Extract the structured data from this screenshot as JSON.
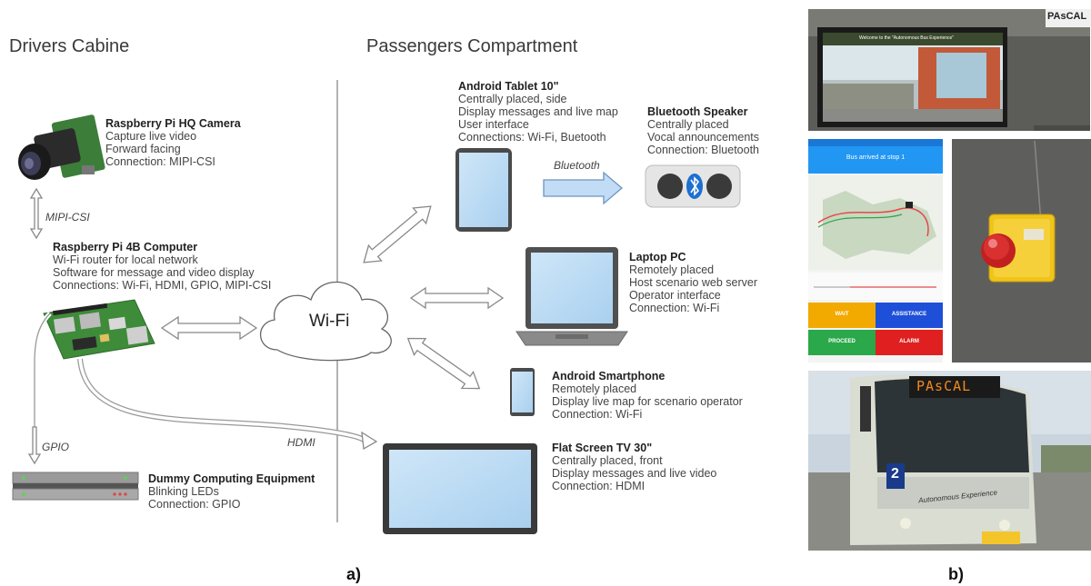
{
  "diagram": {
    "drivers_cabine_title": "Drivers Cabine",
    "passengers_title": "Passengers Compartment",
    "wifi_label": "Wi-Fi",
    "panel_a_label": "a)",
    "panel_b_label": "b)",
    "connections": {
      "mipi_csi": "MIPI-CSI",
      "gpio": "GPIO",
      "hdmi": "HDMI",
      "bluetooth": "Bluetooth"
    },
    "devices": {
      "camera": {
        "title": "Raspberry Pi HQ Camera",
        "lines": [
          "Capture live video",
          "Forward facing",
          "Connection: MIPI-CSI"
        ]
      },
      "rpi": {
        "title": "Raspberry Pi 4B Computer",
        "lines": [
          "Wi-Fi router for local network",
          "Software for message and video display",
          "Connections: Wi-Fi, HDMI, GPIO, MIPI-CSI"
        ]
      },
      "dummy": {
        "title": "Dummy Computing Equipment",
        "lines": [
          "Blinking LEDs",
          "Connection: GPIO"
        ]
      },
      "tablet": {
        "title": "Android Tablet 10\"",
        "lines": [
          "Centrally placed, side",
          "Display messages and live map",
          "User interface",
          "Connections: Wi-Fi, Buetooth"
        ]
      },
      "speaker": {
        "title": "Bluetooth Speaker",
        "lines": [
          "Centrally placed",
          "Vocal announcements",
          "Connection: Bluetooth"
        ]
      },
      "laptop": {
        "title": "Laptop PC",
        "lines": [
          "Remotely placed",
          "Host scenario web server",
          "Operator interface",
          "Connection: Wi-Fi"
        ]
      },
      "smartphone": {
        "title": "Android Smartphone",
        "lines": [
          "Remotely placed",
          "Display live map for scenario operator",
          "Connection: Wi-Fi"
        ]
      },
      "tv": {
        "title": "Flat Screen TV 30\"",
        "lines": [
          "Centrally placed, front",
          "Display messages and live video",
          "Connection: HDMI"
        ]
      }
    }
  },
  "photos": {
    "tv_photo_logo": "PAsCAL",
    "tv_photo_banner": "Welcome to the \"Autonomous Bus Experience\"",
    "app_header": "Bus arrived at stop 1",
    "app_buttons": [
      {
        "label": "WAIT",
        "color": "#f2a900"
      },
      {
        "label": "ASSISTANCE",
        "color": "#1e4fd8"
      },
      {
        "label": "PROCEED",
        "color": "#2aa84a"
      },
      {
        "label": "ALARM",
        "color": "#e02020"
      }
    ],
    "bus_display": "PAsCAL",
    "bus_number": "2",
    "bus_side_text": "Autonomous Experience"
  }
}
